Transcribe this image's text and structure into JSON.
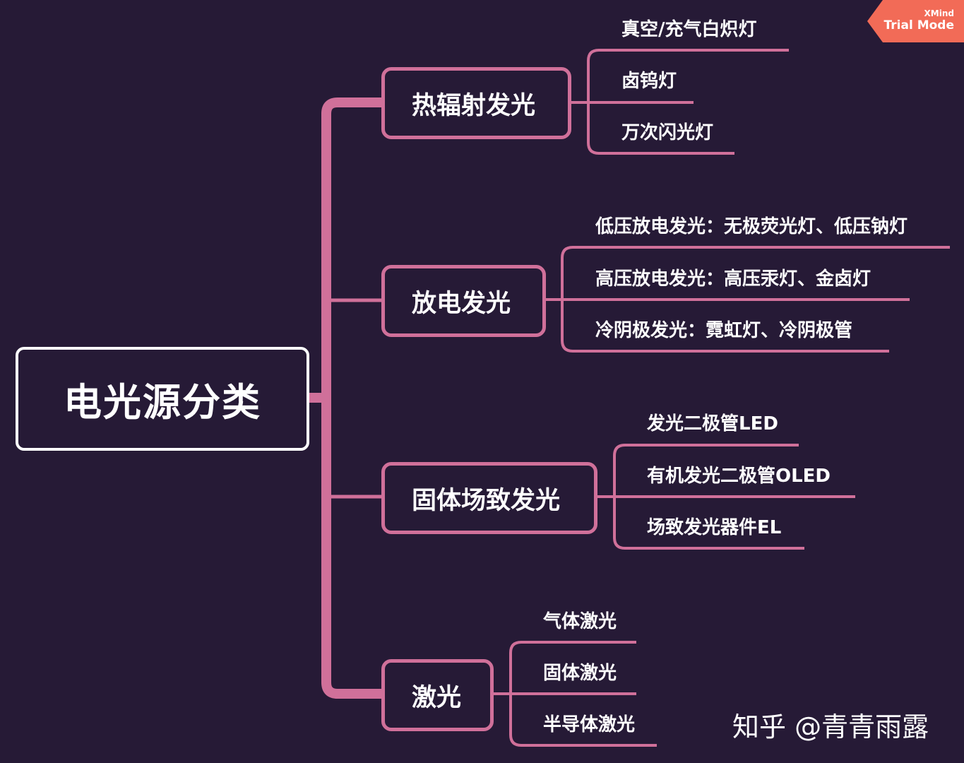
{
  "badge": {
    "brand": "XMind",
    "mode": "Trial Mode"
  },
  "root": {
    "label": "电光源分类"
  },
  "branches": [
    {
      "label": "热辐射发光",
      "leaves": [
        "真空/充气白炽灯",
        "卤钨灯",
        "万次闪光灯"
      ]
    },
    {
      "label": "放电发光",
      "leaves": [
        "低压放电发光：无极荧光灯、低压钠灯",
        "高压放电发光：高压汞灯、金卤灯",
        "冷阴极发光：霓虹灯、冷阴极管"
      ]
    },
    {
      "label": "固体场致发光",
      "leaves": [
        "发光二极管LED",
        "有机发光二极管OLED",
        "场致发光器件EL"
      ]
    },
    {
      "label": "激光",
      "leaves": [
        "气体激光",
        "固体激光",
        "半导体激光"
      ]
    }
  ],
  "watermark": "知乎 @青青雨露",
  "colors": {
    "background": "#261a36",
    "line": "#d0709a",
    "badge": "#f26b57"
  }
}
